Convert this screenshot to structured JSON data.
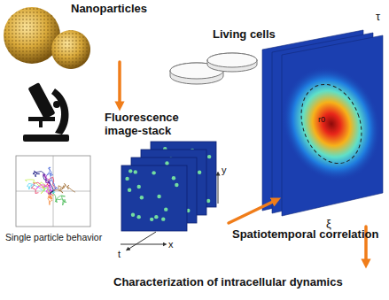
{
  "diagram": {
    "labels": [
      "Nanoparticles",
      "Living cells",
      "Fluorescence image-stack",
      "y",
      "x",
      "t",
      "Single particle behavior",
      "τ",
      "ξ",
      "r0",
      "Spatiotemporal correlation",
      "Characterization of intracellular dynamics"
    ]
  }
}
